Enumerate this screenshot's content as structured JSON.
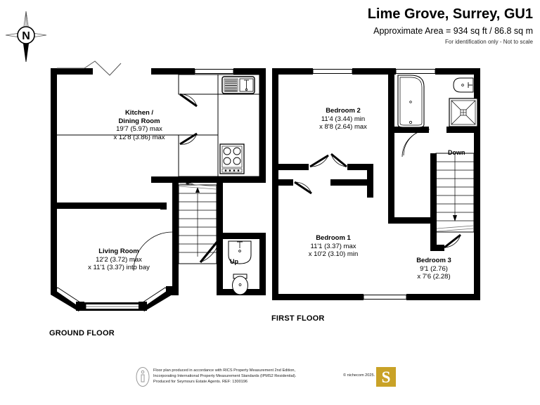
{
  "header": {
    "title": "Lime Grove, Surrey, GU1",
    "area": "Approximate Area = 934 sq ft / 86.8 sq m",
    "disclaimer": "For identification only - Not to scale"
  },
  "compass": {
    "north_label": "N",
    "icon": "compass-rose-icon"
  },
  "floors": [
    {
      "id": "ground",
      "label": "GROUND FLOOR",
      "rooms": [
        {
          "name": "Kitchen /",
          "name2": "Dining Room",
          "dim1": "19'7 (5.97) max",
          "dim2": "x 12'8 (3.86) max"
        },
        {
          "name": "Living Room",
          "name2": "",
          "dim1": "12'2 (3.72) max",
          "dim2": "x 11'1 (3.37) into bay"
        }
      ],
      "stair_label": "Up"
    },
    {
      "id": "first",
      "label": "FIRST FLOOR",
      "rooms": [
        {
          "name": "Bedroom 2",
          "name2": "",
          "dim1": "11'4 (3.44) min",
          "dim2": "x 8'8 (2.64) max"
        },
        {
          "name": "Bedroom 1",
          "name2": "",
          "dim1": "11'1 (3.37) max",
          "dim2": "x 10'2 (3.10) min"
        },
        {
          "name": "Bedroom 3",
          "name2": "",
          "dim1": "9'1 (2.76)",
          "dim2": "x 7'6 (2.28)"
        }
      ],
      "stair_label": "Down"
    }
  ],
  "footer": {
    "line1": "Floor plan produced in accordance with RICS Property Measurement 2nd Edition,",
    "line2": "Incorporating International Property Measurement Standards (IPMS2 Residential).",
    "line3": "Produced for Seymours Estate Agents.    REF: 1300196",
    "copyright": "© nichecom 2025.",
    "logo_letter": "S",
    "logo_color": "#c9a227",
    "info_icon": "info-circle-icon"
  },
  "colors": {
    "wall": "#000000",
    "background": "#ffffff",
    "text": "#000000"
  }
}
